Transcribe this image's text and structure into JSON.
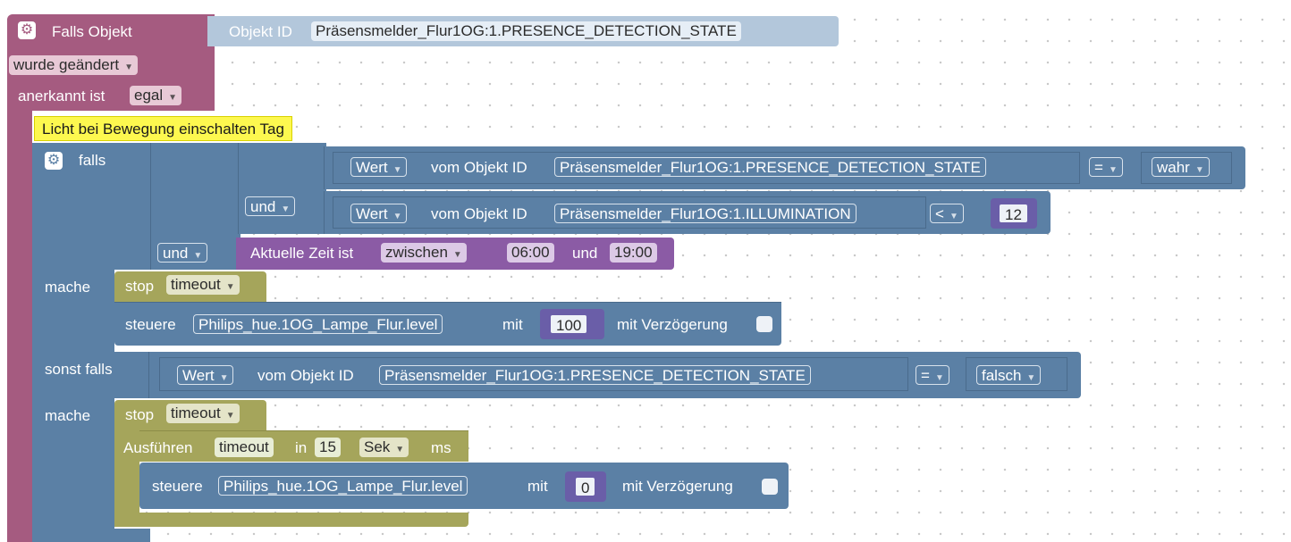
{
  "trigger": {
    "title": "Falls Objekt",
    "object_id_label": "Objekt ID",
    "object_id_value": "Präsensmelder_Flur1OG:1.PRESENCE_DETECTION_STATE",
    "changed_value": "wurde geändert",
    "ack_label": "anerkannt ist",
    "ack_value": "egal"
  },
  "comment": "Licht bei Bewegung einschalten Tag",
  "if_block": {
    "falls_label": "falls",
    "cond1": {
      "value_dd": "Wert",
      "of_object_label": "vom Objekt ID",
      "object_id": "Präsensmelder_Flur1OG:1.PRESENCE_DETECTION_STATE",
      "operator": "=",
      "compare": "wahr"
    },
    "and1": "und",
    "cond2": {
      "value_dd": "Wert",
      "of_object_label": "vom Objekt ID",
      "object_id": "Präsensmelder_Flur1OG:1.ILLUMINATION",
      "operator": "<",
      "compare": "12"
    },
    "and2": "und",
    "time": {
      "label": "Aktuelle Zeit ist",
      "mode": "zwischen",
      "from": "06:00",
      "and_label": "und",
      "to": "19:00"
    },
    "mache1": "mache",
    "stop1": {
      "label": "stop",
      "value": "timeout"
    },
    "control1": {
      "label": "steuere",
      "target": "Philips_hue.1OG_Lampe_Flur.level",
      "with_label": "mit",
      "value": "100",
      "delay_label": "mit Verzögerung"
    },
    "elseif_label": "sonst falls",
    "cond3": {
      "value_dd": "Wert",
      "of_object_label": "vom Objekt ID",
      "object_id": "Präsensmelder_Flur1OG:1.PRESENCE_DETECTION_STATE",
      "operator": "=",
      "compare": "falsch"
    },
    "mache2": "mache",
    "stop2": {
      "label": "stop",
      "value": "timeout"
    },
    "exec": {
      "label": "Ausführen",
      "name": "timeout",
      "in_label": "in",
      "value": "15",
      "unit": "Sek",
      "ms_label": "ms"
    },
    "control2": {
      "label": "steuere",
      "target": "Philips_hue.1OG_Lampe_Flur.level",
      "with_label": "mit",
      "value": "0",
      "delay_label": "mit Verzögerung"
    }
  },
  "colors": {
    "event_block": "#a55b80",
    "logic_block": "#5b80a5",
    "timer_block": "#a5a55b",
    "time_block": "#8b5ba5",
    "comment": "#fdf84f"
  }
}
